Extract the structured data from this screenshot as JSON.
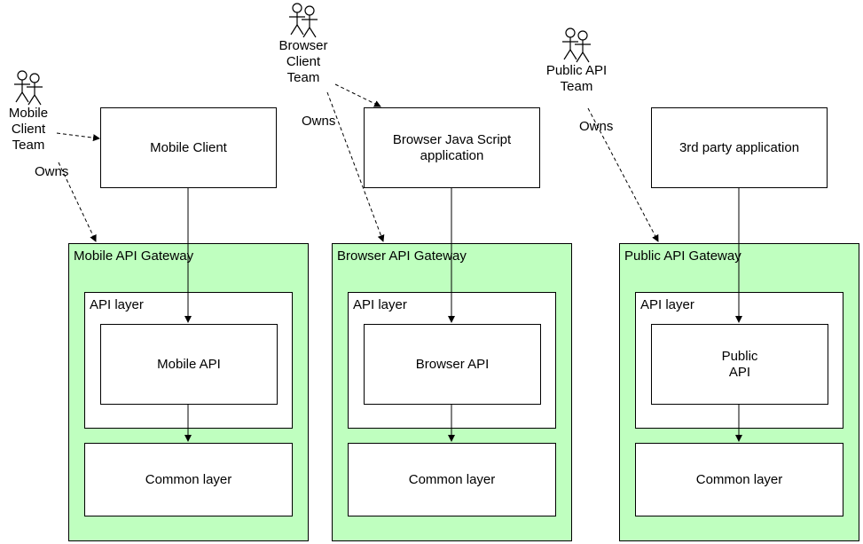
{
  "teams": {
    "mobile": {
      "label": "Mobile\nClient\nTeam",
      "icon": "people-icon"
    },
    "browser": {
      "label": "Browser\nClient\nTeam",
      "icon": "people-icon"
    },
    "public": {
      "label": "Public API\nTeam",
      "icon": "people-icon"
    }
  },
  "owns_label": "Owns",
  "clients": {
    "mobile": "Mobile Client",
    "browser": "Browser Java Script\napplication",
    "public": "3rd party application"
  },
  "gateways": {
    "mobile": {
      "title": "Mobile API Gateway",
      "api_layer": "API layer",
      "api": "Mobile API",
      "common": "Common layer"
    },
    "browser": {
      "title": "Browser API Gateway",
      "api_layer": "API layer",
      "api": "Browser API",
      "common": "Common layer"
    },
    "public": {
      "title": "Public API Gateway",
      "api_layer": "API layer",
      "api": "Public\nAPI",
      "common": "Common layer"
    }
  },
  "colors": {
    "gateway_fill": "#bfffbf",
    "stroke": "#000000"
  }
}
